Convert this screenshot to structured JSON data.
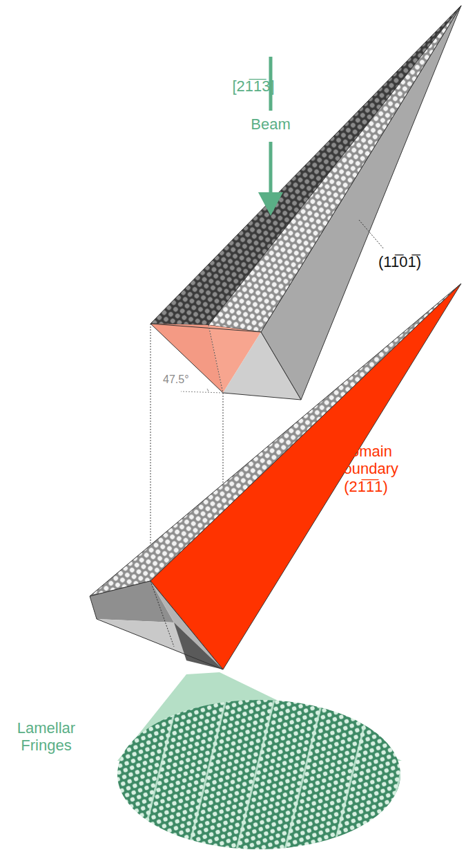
{
  "diagram": {
    "labels": [
      "[21̅1̅3]",
      "Beam",
      "(11̅01̅)",
      "47.5°",
      "Domain Boundary (21̅1̅1)",
      "Lamellar Fringes"
    ]
  }
}
